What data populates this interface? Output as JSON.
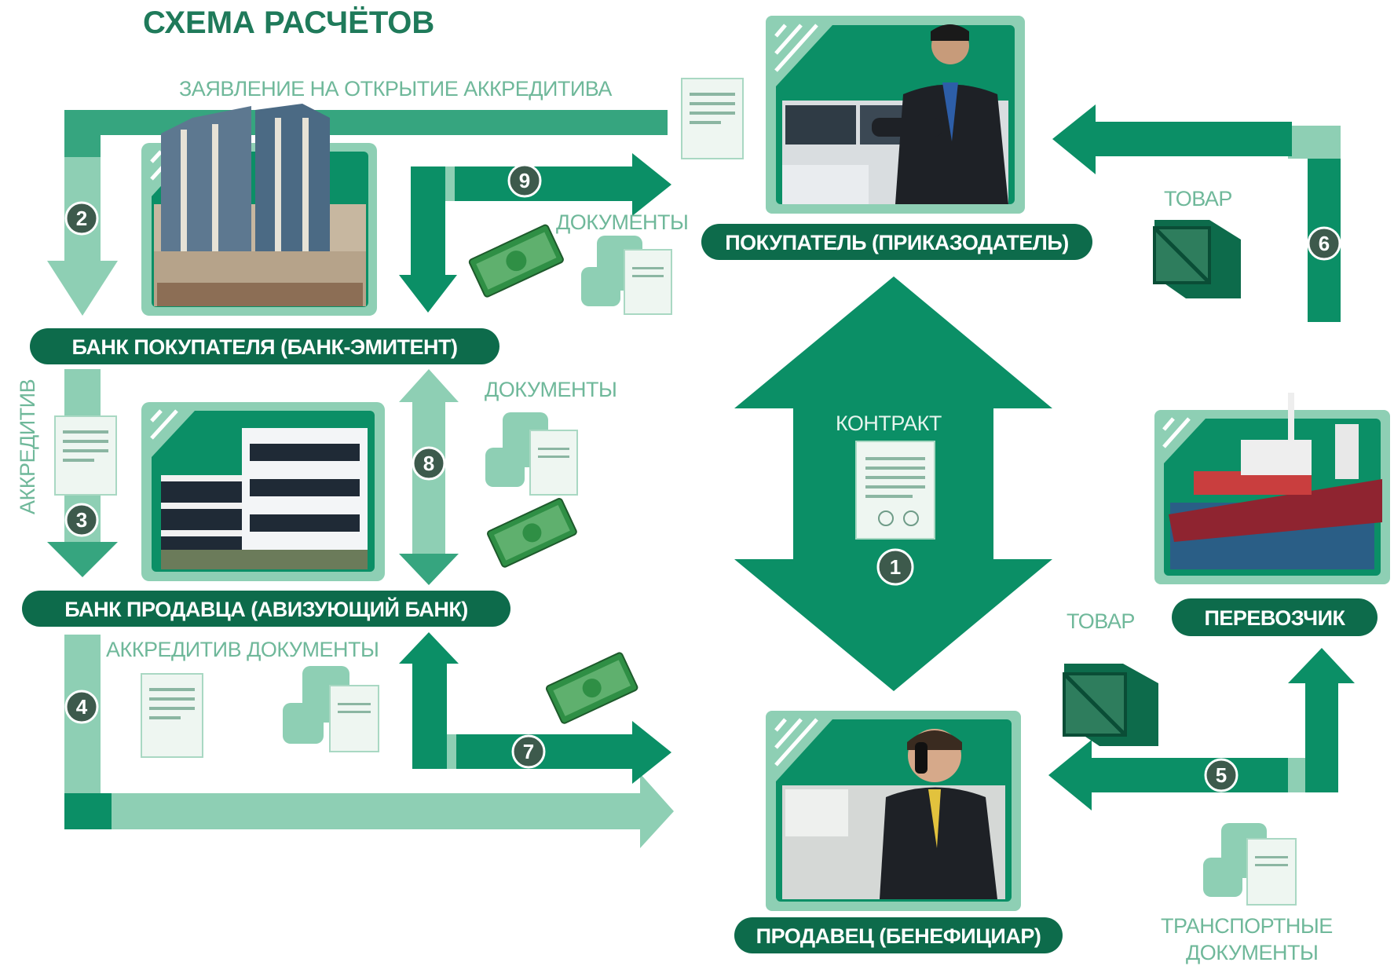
{
  "title": "СХЕМА РАСЧЁТОВ",
  "colors": {
    "dark_green": "#0b8f66",
    "mid_green": "#36a57f",
    "light_green": "#8ecfb4",
    "pale_green": "#d3ece0",
    "pill_bg": "#0d6b4b",
    "badge_bg": "#3d5a4c"
  },
  "nodes": {
    "buyer": "ПОКУПАТЕЛЬ (ПРИКАЗОДАТЕЛЬ)",
    "buyer_bank": "БАНК ПОКУПАТЕЛЯ (БАНК-ЭМИТЕНТ)",
    "seller_bank": "БАНК ПРОДАВЦА (АВИЗУЮЩИЙ БАНК)",
    "seller": "ПРОДАВЕЦ (БЕНЕФИЦИАР)",
    "carrier": "ПЕРЕВОЗЧИК"
  },
  "labels": {
    "application": "ЗАЯВЛЕНИЕ НА ОТКРЫТИЕ АККРЕДИТИВА",
    "documents_top": "ДОКУМЕНТЫ",
    "documents_mid": "ДОКУМЕНТЫ",
    "letter_of_credit_vertical": "АККРЕДИТИВ",
    "lc_documents": "АККРЕДИТИВ ДОКУМЕНТЫ",
    "contract": "КОНТРАКТ",
    "goods_top": "ТОВАР",
    "goods_bottom": "ТОВАР",
    "transport_docs_line1": "ТРАНСПОРТНЫЕ",
    "transport_docs_line2": "ДОКУМЕНТЫ"
  },
  "steps": [
    "1",
    "2",
    "3",
    "4",
    "5",
    "6",
    "7",
    "8",
    "9"
  ]
}
